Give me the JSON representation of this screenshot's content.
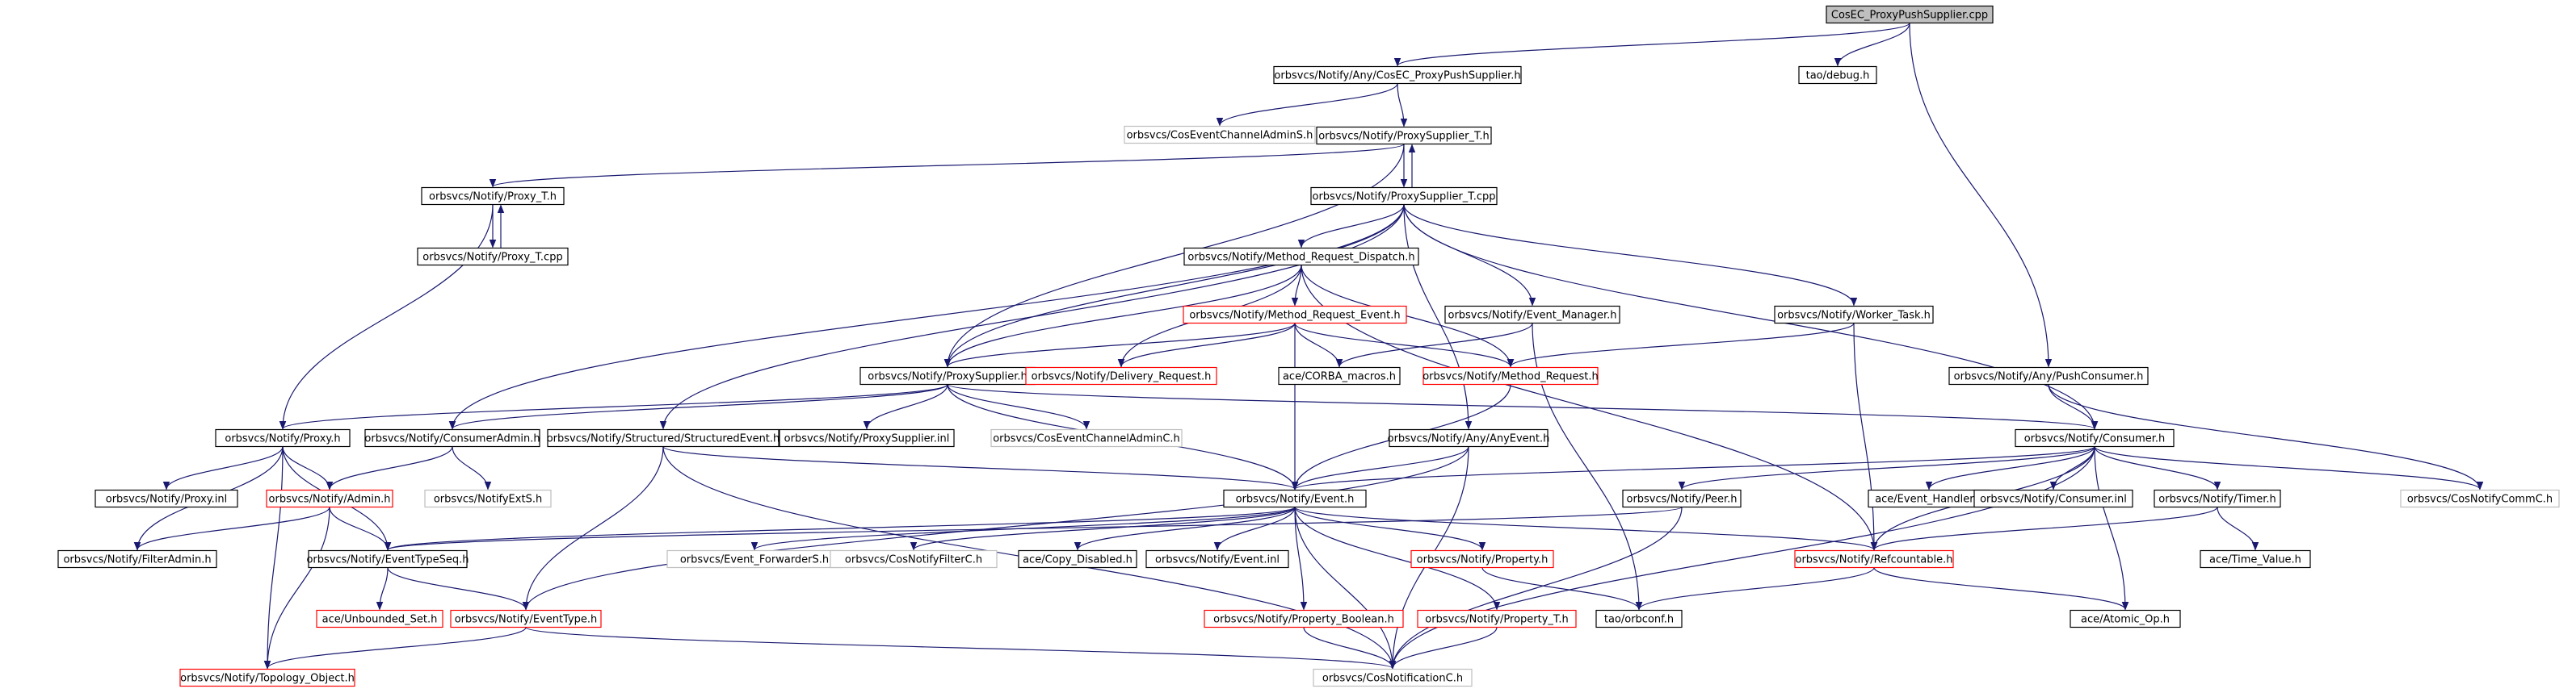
{
  "style": {
    "edge_color": "#191970",
    "border_default": "#000000",
    "border_red": "#ff0000",
    "border_gray": "#bfbfbf",
    "root_fill": "#bfbfbf"
  },
  "nodes": [
    {
      "id": "root",
      "label": "CosEC_ProxyPushSupplier.cpp",
      "style": "root"
    },
    {
      "id": "anyCosEC",
      "label": "orbsvcs/Notify/Any/CosEC_ProxyPushSupplier.h",
      "style": "default"
    },
    {
      "id": "taoDebug",
      "label": "tao/debug.h",
      "style": "default"
    },
    {
      "id": "cosEventChanAdminS",
      "label": "orbsvcs/CosEventChannelAdminS.h",
      "style": "gray"
    },
    {
      "id": "proxySupplierTh",
      "label": "orbsvcs/Notify/ProxySupplier_T.h",
      "style": "default"
    },
    {
      "id": "proxyTh",
      "label": "orbsvcs/Notify/Proxy_T.h",
      "style": "default"
    },
    {
      "id": "proxySupplierTcpp",
      "label": "orbsvcs/Notify/ProxySupplier_T.cpp",
      "style": "default"
    },
    {
      "id": "proxyTcpp",
      "label": "orbsvcs/Notify/Proxy_T.cpp",
      "style": "default"
    },
    {
      "id": "methodReqDispatch",
      "label": "orbsvcs/Notify/Method_Request_Dispatch.h",
      "style": "default"
    },
    {
      "id": "methodReqEvent",
      "label": "orbsvcs/Notify/Method_Request_Event.h",
      "style": "red"
    },
    {
      "id": "eventManager",
      "label": "orbsvcs/Notify/Event_Manager.h",
      "style": "default"
    },
    {
      "id": "workerTask",
      "label": "orbsvcs/Notify/Worker_Task.h",
      "style": "default"
    },
    {
      "id": "proxySupplierH",
      "label": "orbsvcs/Notify/ProxySupplier.h",
      "style": "default"
    },
    {
      "id": "deliveryRequest",
      "label": "orbsvcs/Notify/Delivery_Request.h",
      "style": "red"
    },
    {
      "id": "corbaMacros",
      "label": "ace/CORBA_macros.h",
      "style": "default"
    },
    {
      "id": "methodRequest",
      "label": "orbsvcs/Notify/Method_Request.h",
      "style": "red"
    },
    {
      "id": "anyPushConsumer",
      "label": "orbsvcs/Notify/Any/PushConsumer.h",
      "style": "default"
    },
    {
      "id": "proxyH",
      "label": "orbsvcs/Notify/Proxy.h",
      "style": "default"
    },
    {
      "id": "consumerAdmin",
      "label": "orbsvcs/Notify/ConsumerAdmin.h",
      "style": "default"
    },
    {
      "id": "structuredEvent",
      "label": "orbsvcs/Notify/Structured/StructuredEvent.h",
      "style": "default"
    },
    {
      "id": "proxySupplierInl",
      "label": "orbsvcs/Notify/ProxySupplier.inl",
      "style": "default"
    },
    {
      "id": "cosEventChanAdminC",
      "label": "orbsvcs/CosEventChannelAdminC.h",
      "style": "gray"
    },
    {
      "id": "anyEvent",
      "label": "orbsvcs/Notify/Any/AnyEvent.h",
      "style": "default"
    },
    {
      "id": "consumerH",
      "label": "orbsvcs/Notify/Consumer.h",
      "style": "default"
    },
    {
      "id": "cosNotifyCommC",
      "label": "orbsvcs/CosNotifyCommC.h",
      "style": "gray"
    },
    {
      "id": "proxyInl",
      "label": "orbsvcs/Notify/Proxy.inl",
      "style": "default"
    },
    {
      "id": "adminH",
      "label": "orbsvcs/Notify/Admin.h",
      "style": "red"
    },
    {
      "id": "extS",
      "label": "orbsvcs/NotifyExtS.h",
      "style": "gray"
    },
    {
      "id": "eventH",
      "label": "orbsvcs/Notify/Event.h",
      "style": "default"
    },
    {
      "id": "peerH",
      "label": "orbsvcs/Notify/Peer.h",
      "style": "default"
    },
    {
      "id": "eventHandler",
      "label": "ace/Event_Handler.h",
      "style": "default"
    },
    {
      "id": "consumerInl",
      "label": "orbsvcs/Notify/Consumer.inl",
      "style": "default"
    },
    {
      "id": "timerH",
      "label": "orbsvcs/Notify/Timer.h",
      "style": "default"
    },
    {
      "id": "filterAdmin",
      "label": "orbsvcs/Notify/FilterAdmin.h",
      "style": "default"
    },
    {
      "id": "eventTypeSeq",
      "label": "orbsvcs/Notify/EventTypeSeq.h",
      "style": "default"
    },
    {
      "id": "eventForwarderS",
      "label": "orbsvcs/Event_ForwarderS.h",
      "style": "gray"
    },
    {
      "id": "cosNotifyFilterC",
      "label": "orbsvcs/CosNotifyFilterC.h",
      "style": "gray"
    },
    {
      "id": "copyDisabled",
      "label": "ace/Copy_Disabled.h",
      "style": "default"
    },
    {
      "id": "eventInl",
      "label": "orbsvcs/Notify/Event.inl",
      "style": "default"
    },
    {
      "id": "refcountable",
      "label": "orbsvcs/Notify/Refcountable.h",
      "style": "red"
    },
    {
      "id": "timeValue",
      "label": "ace/Time_Value.h",
      "style": "default"
    },
    {
      "id": "unboundedSet",
      "label": "ace/Unbounded_Set.h",
      "style": "red"
    },
    {
      "id": "eventType",
      "label": "orbsvcs/Notify/EventType.h",
      "style": "red"
    },
    {
      "id": "propertyH",
      "label": "orbsvcs/Notify/Property.h",
      "style": "red"
    },
    {
      "id": "orbconf",
      "label": "tao/orbconf.h",
      "style": "default"
    },
    {
      "id": "atomicOp",
      "label": "ace/Atomic_Op.h",
      "style": "default"
    },
    {
      "id": "propertyBoolean",
      "label": "orbsvcs/Notify/Property_Boolean.h",
      "style": "red"
    },
    {
      "id": "propertyT",
      "label": "orbsvcs/Notify/Property_T.h",
      "style": "red"
    },
    {
      "id": "topologyObject",
      "label": "orbsvcs/Notify/Topology_Object.h",
      "style": "red"
    },
    {
      "id": "cosNotificationC",
      "label": "orbsvcs/CosNotificationC.h",
      "style": "gray"
    }
  ],
  "edges": [
    [
      "root",
      "anyCosEC"
    ],
    [
      "root",
      "taoDebug"
    ],
    [
      "root",
      "anyPushConsumer"
    ],
    [
      "anyCosEC",
      "cosEventChanAdminS"
    ],
    [
      "anyCosEC",
      "proxySupplierTh"
    ],
    [
      "proxySupplierTh",
      "proxyTh"
    ],
    [
      "proxySupplierTh",
      "proxySupplierTcpp"
    ],
    [
      "proxySupplierTh",
      "proxySupplierH"
    ],
    [
      "proxySupplierTcpp",
      "proxySupplierTh"
    ],
    [
      "proxyTh",
      "proxyTcpp"
    ],
    [
      "proxyTh",
      "proxyH"
    ],
    [
      "proxyTcpp",
      "proxyTh"
    ],
    [
      "proxySupplierTcpp",
      "methodReqDispatch"
    ],
    [
      "proxySupplierTcpp",
      "eventManager"
    ],
    [
      "proxySupplierTcpp",
      "workerTask"
    ],
    [
      "proxySupplierTcpp",
      "consumerH"
    ],
    [
      "proxySupplierTcpp",
      "anyEvent"
    ],
    [
      "proxySupplierTcpp",
      "consumerAdmin"
    ],
    [
      "proxySupplierTcpp",
      "structuredEvent"
    ],
    [
      "proxySupplierTcpp",
      "proxySupplierH"
    ],
    [
      "methodReqDispatch",
      "methodReqEvent"
    ],
    [
      "methodReqDispatch",
      "proxySupplierH"
    ],
    [
      "methodReqDispatch",
      "deliveryRequest"
    ],
    [
      "methodReqDispatch",
      "methodRequest"
    ],
    [
      "methodReqDispatch",
      "refcountable"
    ],
    [
      "methodReqEvent",
      "proxySupplierH"
    ],
    [
      "methodReqEvent",
      "deliveryRequest"
    ],
    [
      "methodReqEvent",
      "corbaMacros"
    ],
    [
      "methodReqEvent",
      "methodRequest"
    ],
    [
      "methodReqEvent",
      "eventH"
    ],
    [
      "eventManager",
      "corbaMacros"
    ],
    [
      "eventManager",
      "orbconf"
    ],
    [
      "workerTask",
      "methodRequest"
    ],
    [
      "workerTask",
      "refcountable"
    ],
    [
      "methodRequest",
      "eventH"
    ],
    [
      "proxySupplierH",
      "proxyH"
    ],
    [
      "proxySupplierH",
      "consumerAdmin"
    ],
    [
      "proxySupplierH",
      "proxySupplierInl"
    ],
    [
      "proxySupplierH",
      "cosEventChanAdminC"
    ],
    [
      "proxySupplierH",
      "eventH"
    ],
    [
      "proxySupplierH",
      "consumerH"
    ],
    [
      "anyPushConsumer",
      "consumerH"
    ],
    [
      "anyPushConsumer",
      "cosNotifyCommC"
    ],
    [
      "proxyH",
      "proxyInl"
    ],
    [
      "proxyH",
      "adminH"
    ],
    [
      "proxyH",
      "filterAdmin"
    ],
    [
      "proxyH",
      "eventTypeSeq"
    ],
    [
      "proxyH",
      "topologyObject"
    ],
    [
      "consumerAdmin",
      "adminH"
    ],
    [
      "consumerAdmin",
      "extS"
    ],
    [
      "structuredEvent",
      "eventH"
    ],
    [
      "structuredEvent",
      "eventType"
    ],
    [
      "structuredEvent",
      "cosNotificationC"
    ],
    [
      "anyEvent",
      "eventH"
    ],
    [
      "anyEvent",
      "eventType"
    ],
    [
      "anyEvent",
      "cosNotificationC"
    ],
    [
      "consumerH",
      "eventH"
    ],
    [
      "consumerH",
      "peerH"
    ],
    [
      "consumerH",
      "eventHandler"
    ],
    [
      "consumerH",
      "consumerInl"
    ],
    [
      "consumerH",
      "timerH"
    ],
    [
      "consumerH",
      "cosNotifyCommC"
    ],
    [
      "consumerH",
      "atomicOp"
    ],
    [
      "consumerH",
      "cosNotificationC"
    ],
    [
      "consumerH",
      "refcountable"
    ],
    [
      "adminH",
      "filterAdmin"
    ],
    [
      "adminH",
      "eventTypeSeq"
    ],
    [
      "adminH",
      "topologyObject"
    ],
    [
      "eventH",
      "eventTypeSeq"
    ],
    [
      "eventH",
      "eventForwarderS"
    ],
    [
      "eventH",
      "cosNotifyFilterC"
    ],
    [
      "eventH",
      "copyDisabled"
    ],
    [
      "eventH",
      "eventInl"
    ],
    [
      "eventH",
      "propertyH"
    ],
    [
      "eventH",
      "propertyBoolean"
    ],
    [
      "eventH",
      "propertyT"
    ],
    [
      "eventH",
      "refcountable"
    ],
    [
      "eventH",
      "cosNotificationC"
    ],
    [
      "peerH",
      "eventTypeSeq"
    ],
    [
      "peerH",
      "cosNotificationC"
    ],
    [
      "timerH",
      "timeValue"
    ],
    [
      "timerH",
      "refcountable"
    ],
    [
      "eventTypeSeq",
      "unboundedSet"
    ],
    [
      "eventTypeSeq",
      "eventType"
    ],
    [
      "eventType",
      "topologyObject"
    ],
    [
      "eventType",
      "cosNotificationC"
    ],
    [
      "propertyH",
      "orbconf"
    ],
    [
      "propertyBoolean",
      "cosNotificationC"
    ],
    [
      "propertyT",
      "cosNotificationC"
    ],
    [
      "refcountable",
      "orbconf"
    ],
    [
      "refcountable",
      "atomicOp"
    ]
  ]
}
